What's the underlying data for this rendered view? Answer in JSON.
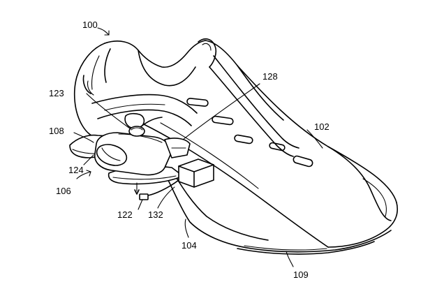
{
  "labels": {
    "l100": "100",
    "l102": "102",
    "l104": "104",
    "l106": "106",
    "l108": "108",
    "l109": "109",
    "l122": "122",
    "l123": "123",
    "l124": "124",
    "l128": "128",
    "l132": "132"
  }
}
